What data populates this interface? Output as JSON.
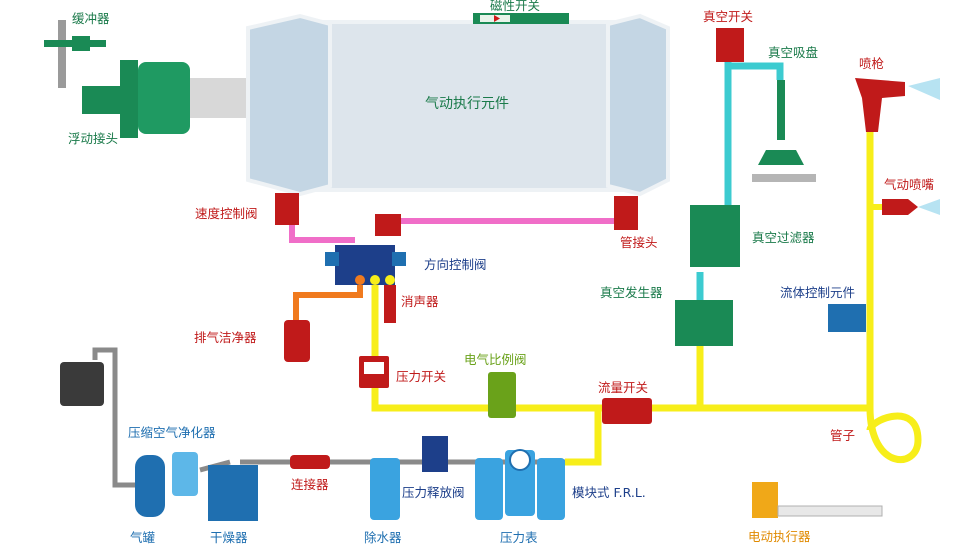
{
  "labels": {
    "buffer": "缓冲器",
    "floating_joint": "浮动接头",
    "magnetic_switch": "磁性开关",
    "pneumatic_actuator": "气动执行元件",
    "speed_valve": "速度控制阀",
    "direction_valve": "方向控制阀",
    "pipe_joint": "管接头",
    "silencer": "消声器",
    "exhaust_cleaner": "排气洁净器",
    "pressure_switch": "压力开关",
    "ep_proportional_valve": "电气比例阀",
    "flow_switch": "流量开关",
    "vacuum_switch": "真空开关",
    "vacuum_pad": "真空吸盘",
    "vacuum_filter": "真空过滤器",
    "vacuum_generator": "真空发生器",
    "spray_gun": "喷枪",
    "air_nozzle": "气动喷嘴",
    "fluid_control": "流体控制元件",
    "tube": "管子",
    "air_purifier": "压缩空气净化器",
    "air_tank": "气罐",
    "dryer": "干燥器",
    "connector": "连接器",
    "water_separator": "除水器",
    "pressure_relief_valve": "压力释放阀",
    "pressure_gauge": "压力表",
    "modular_frl": "模块式 F.R.L.",
    "electric_actuator": "电动执行器"
  },
  "colors": {
    "main_line": "#f7ee1a",
    "pink_line": "#f06ec8",
    "orange_line": "#f07a1e",
    "cyan_line": "#3ccbd0",
    "gray_line": "#8a8a8a",
    "component_green": "#1a8a55",
    "component_red": "#c01a1a",
    "component_blue": "#1f6fb0",
    "component_navy": "#1d3f8a"
  }
}
